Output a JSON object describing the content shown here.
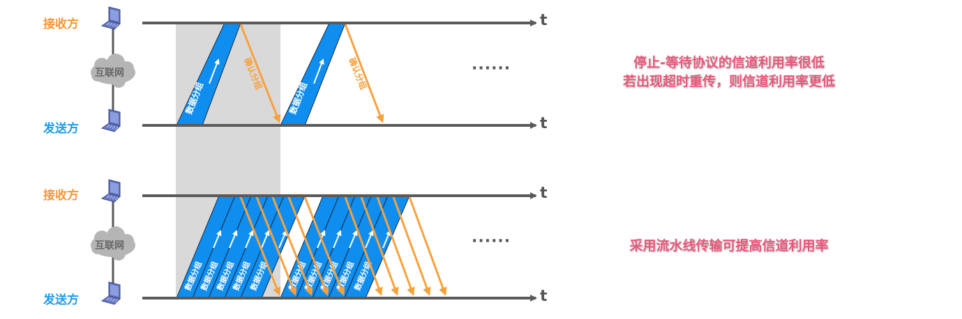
{
  "panels": [
    {
      "id": "stop-and-wait",
      "receiver_label": "接收方",
      "sender_label": "发送方",
      "network_label": "互联网",
      "time_axis_label": "t",
      "ellipsis": "······",
      "packet_label": "数据分组",
      "ack_label": "确认分组",
      "note_lines": [
        "停止-等待协议的信道利用率很低",
        "若出现超时重传，则信道利用率更低"
      ]
    },
    {
      "id": "pipelining",
      "receiver_label": "接收方",
      "sender_label": "发送方",
      "network_label": "互联网",
      "time_axis_label": "t",
      "ellipsis": "······",
      "packet_label": "数据分组",
      "note_lines": [
        "采用流水线传输可提高信道利用率"
      ]
    }
  ],
  "colors": {
    "receiver": "#f7963a",
    "sender": "#1e9be8",
    "packet_fill": "#0f8ef0",
    "ack": "#f7a13d",
    "axis": "#5a5a5a",
    "highlight_band": "#d9d9d9",
    "note": "#e8577a"
  }
}
